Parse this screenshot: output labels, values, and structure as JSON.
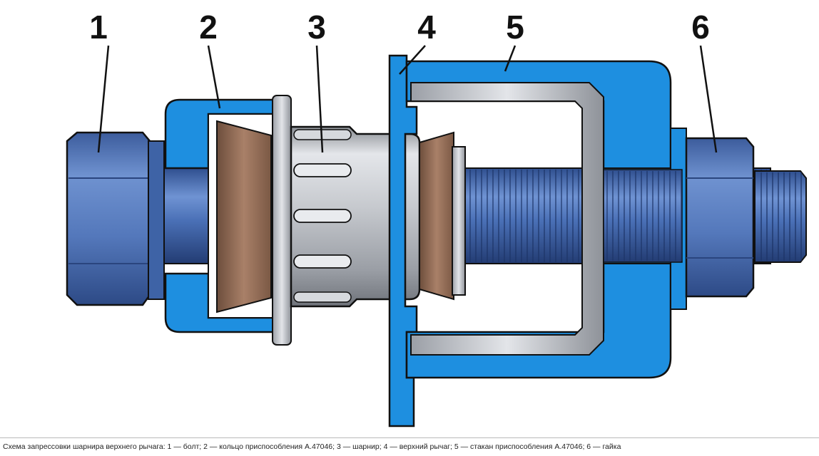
{
  "callouts": [
    {
      "number": "1",
      "label": "болт"
    },
    {
      "number": "2",
      "label": "кольцо приспособления А.47046"
    },
    {
      "number": "3",
      "label": "шарнир"
    },
    {
      "number": "4",
      "label": "верхний рычаг"
    },
    {
      "number": "5",
      "label": "стакан приспособления А.47046"
    },
    {
      "number": "6",
      "label": "гайка"
    }
  ],
  "caption": "Схема запрессовки шарнира верхнего рычага: 1 — болт; 2 — кольцо приспособления А.47046; 3 — шарнир; 4 — верхний рычаг; 5 — стакан приспособления А.47046; 6 — гайка",
  "colors": {
    "fixture_blue": "#1e8fe0",
    "bolt_blue": "#4f78bf",
    "bushing_brown": "#97705a",
    "joint_silver": "#c9ccd1",
    "outline": "#111111"
  }
}
